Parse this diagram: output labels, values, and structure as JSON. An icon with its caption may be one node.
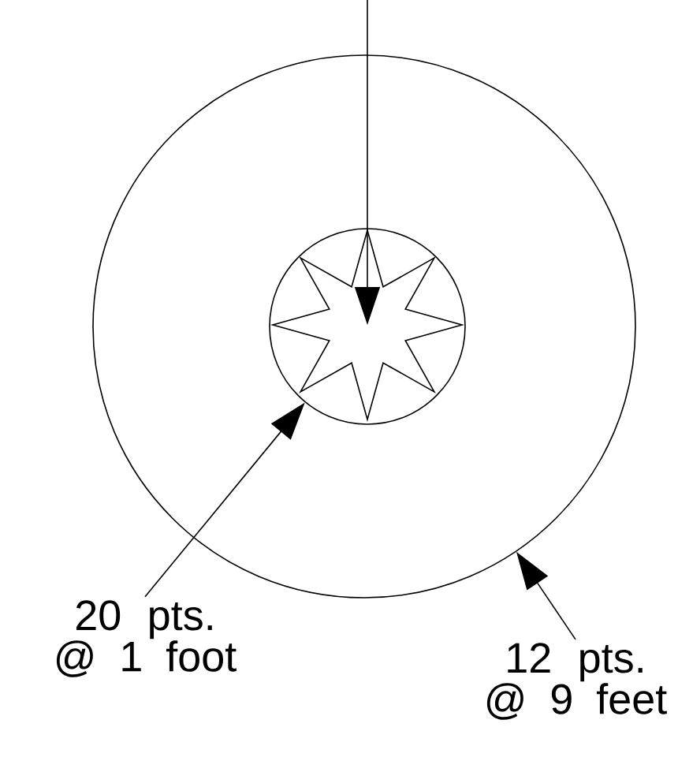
{
  "diagram": {
    "nodes": [
      {
        "text": [],
        "shape": "circle"
      },
      {
        "text": [],
        "shape": "circle",
        "in": 0
      },
      {
        "text": [],
        "shape": "star",
        "in": 1
      },
      {
        "text": [
          "20 pts. @ 1 foot"
        ]
      },
      {
        "text": [
          "12 pts. @ 9 feet"
        ]
      }
    ],
    "edges": [
      {
        "from": null,
        "to": 2,
        "arrow": "to"
      },
      {
        "from": 3,
        "to": 1,
        "arrow": "to"
      },
      {
        "from": 4,
        "to": 0,
        "arrow": "to"
      }
    ]
  }
}
